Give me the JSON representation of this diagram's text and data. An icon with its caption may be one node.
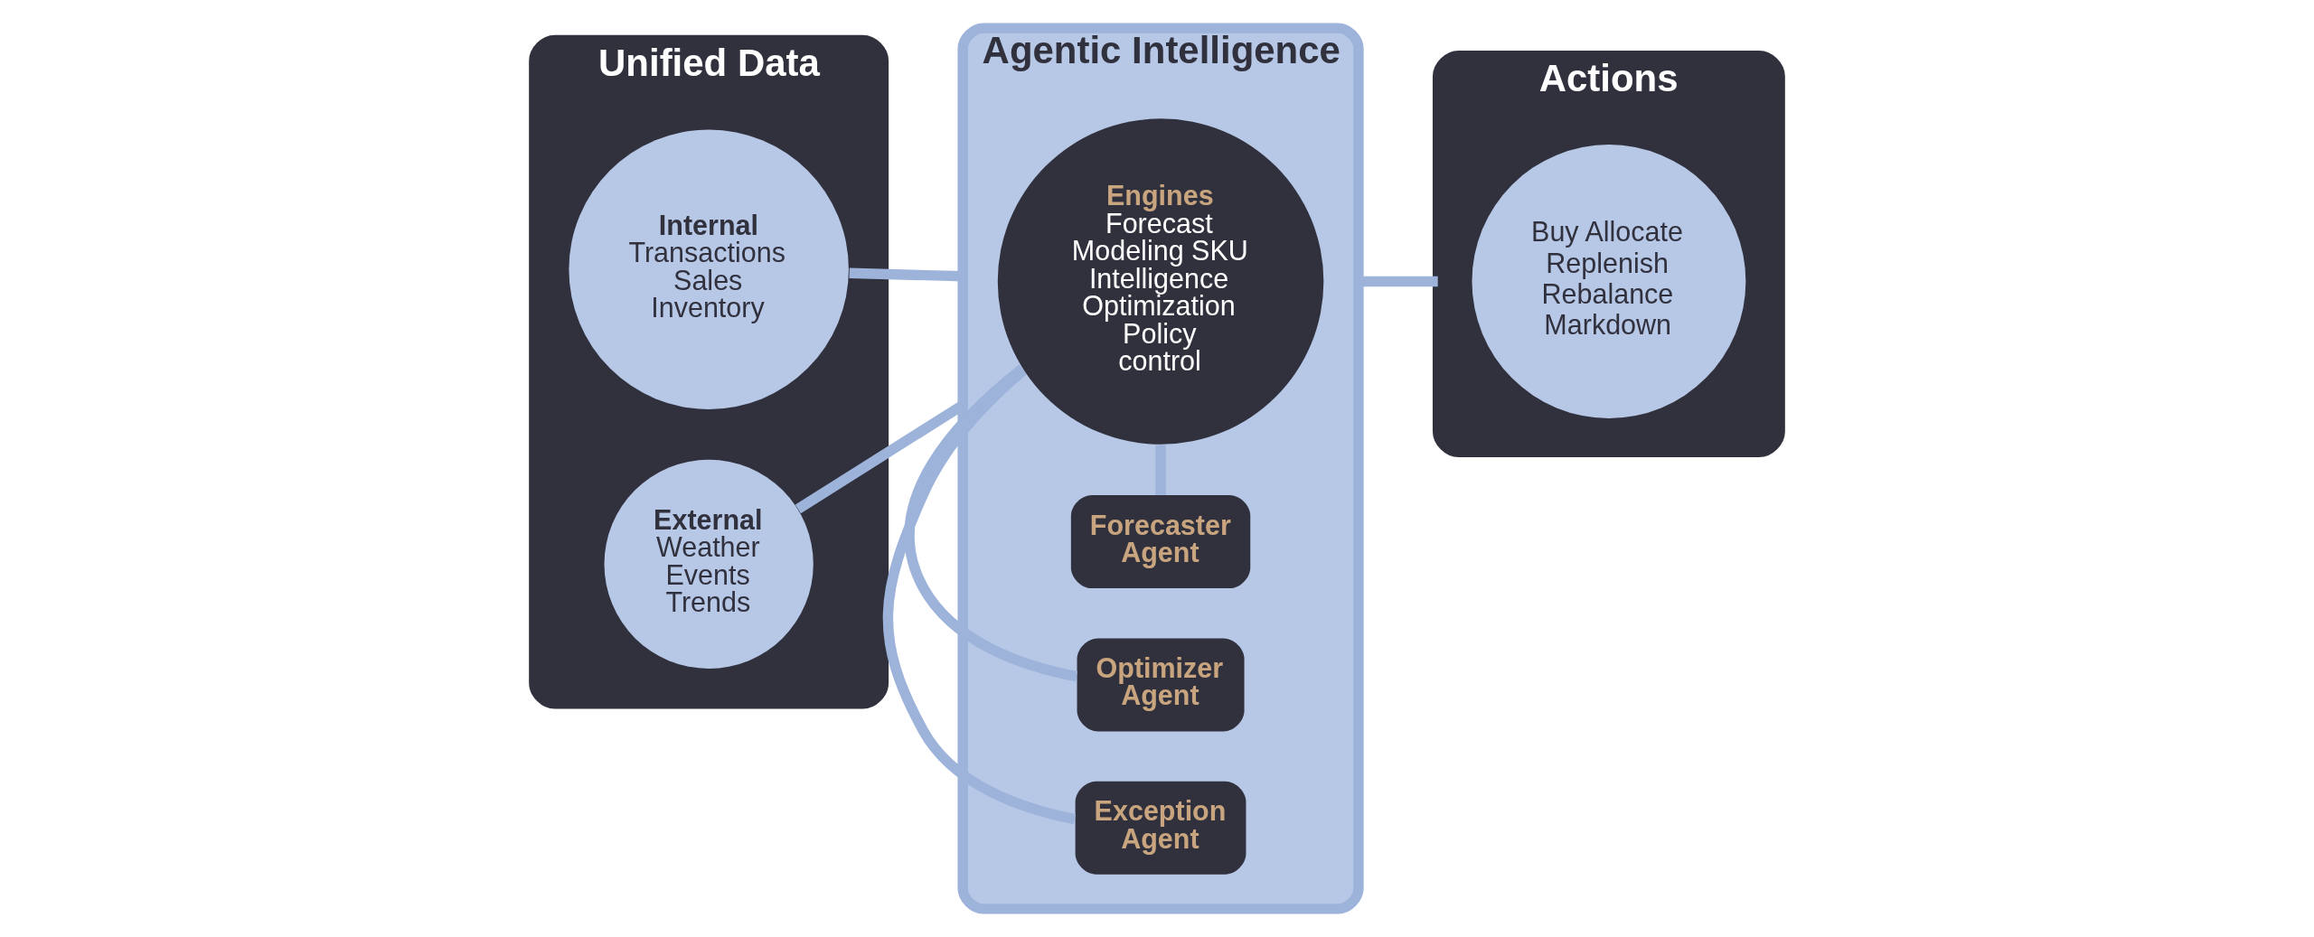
{
  "diagram": {
    "nodes": [
      {
        "text": [
          "Unified Data"
        ]
      },
      {
        "text": [
          "Internal",
          "Transactions Sales Inventory"
        ],
        "in": 0
      },
      {
        "text": [
          "External",
          "Weather Events Trends"
        ],
        "in": 0
      },
      {
        "text": [
          "Agentic Intelligence"
        ]
      },
      {
        "text": [
          "Engines",
          "Forecast Modeling SKU Intelligence Optimization Policy control"
        ],
        "in": 3
      },
      {
        "text": [
          "Forecaster Agent"
        ],
        "in": 3
      },
      {
        "text": [
          "Optimizer Agent"
        ],
        "in": 3
      },
      {
        "text": [
          "Exception Agent"
        ],
        "in": 3
      },
      {
        "text": [
          "Actions"
        ]
      },
      {
        "text": [
          "Buy Allocate Replenish Rebalance Markdown"
        ],
        "in": 8
      }
    ],
    "edges": [
      {
        "from": 1,
        "to": 3,
        "arrow": "none"
      },
      {
        "from": 2,
        "to": 3,
        "arrow": "none"
      },
      {
        "from": 3,
        "to": 8,
        "arrow": "none"
      },
      {
        "from": 5,
        "to": 4,
        "arrow": "none"
      },
      {
        "from": 6,
        "to": 4,
        "arrow": "none"
      },
      {
        "from": 7,
        "to": 4,
        "arrow": "none"
      }
    ]
  }
}
